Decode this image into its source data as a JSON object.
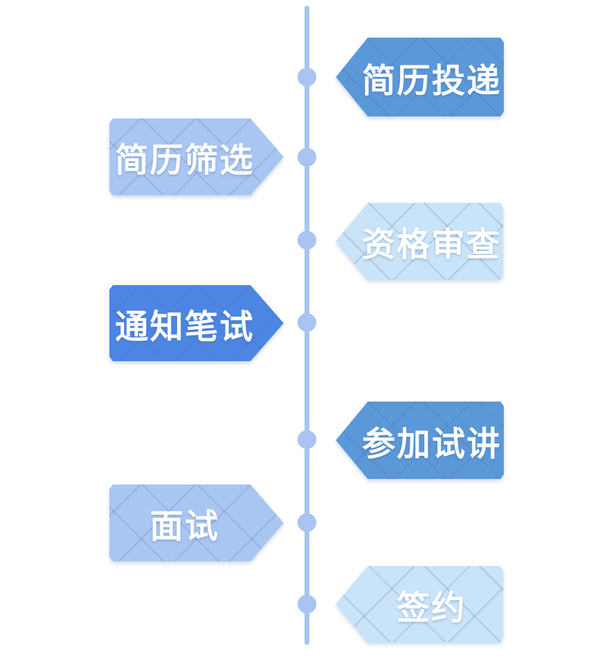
{
  "page": {
    "background_color": "#ffffff"
  },
  "timeline": {
    "orientation": "vertical",
    "line_color": "#a9c4ee",
    "node_color": "#a9c4f0",
    "text_color": "#ffffff",
    "steps": [
      {
        "label": "简历投递",
        "side": "right",
        "color": "#5b98d8"
      },
      {
        "label": "简历筛选",
        "side": "left",
        "color": "#a9c6f2"
      },
      {
        "label": "资格审查",
        "side": "right",
        "color": "#c9e3f8"
      },
      {
        "label": "通知笔试",
        "side": "left",
        "color": "#4c86e2"
      },
      {
        "label": "参加试讲",
        "side": "right",
        "color": "#5b98d8"
      },
      {
        "label": "面试",
        "side": "left",
        "color": "#a9c6f2"
      },
      {
        "label": "签约",
        "side": "right",
        "color": "#c9e3f8"
      }
    ]
  }
}
